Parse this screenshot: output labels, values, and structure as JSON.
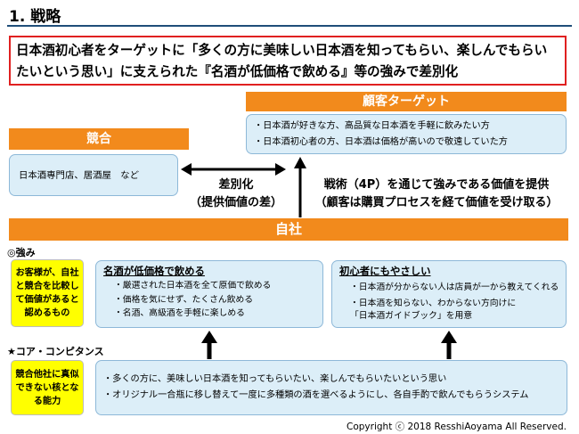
{
  "title": "1. 戦略",
  "thesis": "日本酒初心者をターゲットに「多くの方に美味しい日本酒を知ってもらい、楽しんでもらいたいという思い」に支えられた『名酒が低価格で飲める』等の強みで差別化",
  "customer": {
    "label": "顧客ターゲット",
    "lines": [
      "・日本酒が好きな方、高品質な日本酒を手軽に飲みたい方",
      "・日本酒初心者の方、日本酒は価格が高いので敬遠していた方"
    ]
  },
  "competitor": {
    "label": "競合",
    "text": "日本酒専門店、居酒屋　など"
  },
  "differentiation": {
    "line1": "差別化",
    "line2": "（提供価値の差）"
  },
  "strategy": {
    "line1": "戦術（4P）を通じて強みである価値を提供",
    "line2": "（顧客は購買プロセスを経て価値を受け取る）"
  },
  "self": {
    "label": "自社"
  },
  "strengths": {
    "label": "◎強み",
    "note": "お客様が、自社と競合を比較して価値があると認めるもの",
    "box1": {
      "title": "名酒が低価格で飲める",
      "lines": [
        "・厳選された日本酒を全て原価で飲める",
        "・価格を気にせず、たくさん飲める",
        "・名酒、高級酒を手軽に楽しめる"
      ]
    },
    "box2": {
      "title": "初心者にもやさしい",
      "lines": [
        "・日本酒が分からない人は店員が一から教えてくれる",
        "・日本酒を知らない、わからない方向けに",
        "「日本酒ガイドブック」を用意"
      ]
    }
  },
  "core": {
    "label": "★コア・コンピタンス",
    "note": "競合他社に真似できない核となる能力",
    "lines": [
      "・多くの方に、美味しい日本酒を知ってもらいたい、楽しんでもらいたいという思い",
      "・オリジナル一合瓶に移し替えて一度に多種類の酒を選べるようにし、各自手酌で飲んでもらうシステム"
    ]
  },
  "copyright": "Copyright ⓒ 2018 ResshiAoyama All  Reserved.",
  "colors": {
    "accent": "#f28a1c",
    "box_fill": "#dceef8",
    "note_fill": "#ffff00",
    "thesis_border": "#e02020",
    "title_rule": "#1f4e79"
  }
}
